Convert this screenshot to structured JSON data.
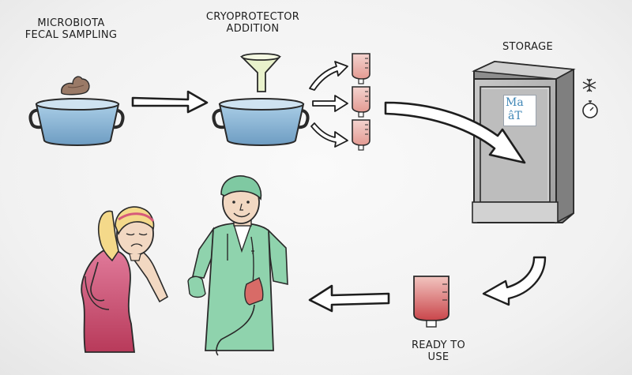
{
  "steps": {
    "sampling": {
      "line1": "MICROBIOTA",
      "line2": "FECAL SAMPLING"
    },
    "cryo": {
      "line1": "CRYOPROTECTOR",
      "line2": "ADDITION"
    },
    "storage": {
      "line1": "STORAGE"
    },
    "ready": {
      "line1": "READY TO",
      "line2": "USE"
    }
  },
  "brand": {
    "line1": "Ma",
    "line2": "âT"
  },
  "colors": {
    "bowl": "#8fbad8",
    "bowl_dark": "#5f8fb5",
    "bag": "#e9a7a0",
    "bag_dark": "#c0504a",
    "freezer": "#b5b5b5",
    "dress": "#c0506a",
    "scrubs": "#8fd3ad",
    "stool": "#9a7a67"
  },
  "icons": [
    "snowflake-icon",
    "timer-icon"
  ]
}
